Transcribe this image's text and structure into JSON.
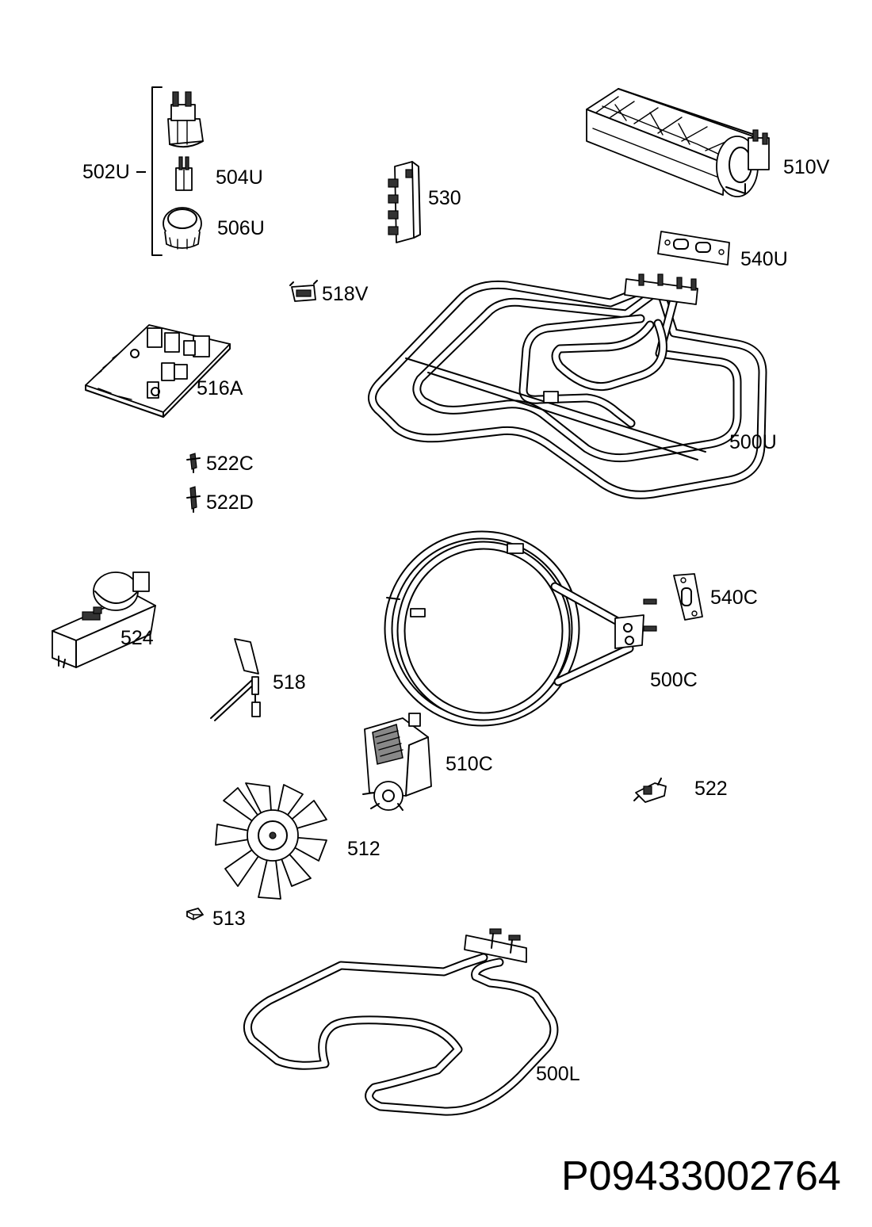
{
  "parts": {
    "p502U": "502U",
    "p504U": "504U",
    "p506U": "506U",
    "p530": "530",
    "p510V": "510V",
    "p540U": "540U",
    "p518V": "518V",
    "p516A": "516A",
    "p500U": "500U",
    "p522C": "522C",
    "p522D": "522D",
    "p540C": "540C",
    "p524": "524",
    "p500C": "500C",
    "p518": "518",
    "p510C": "510C",
    "p522": "522",
    "p512": "512",
    "p513": "513",
    "p500L": "500L"
  },
  "document_number": "P09433002764"
}
